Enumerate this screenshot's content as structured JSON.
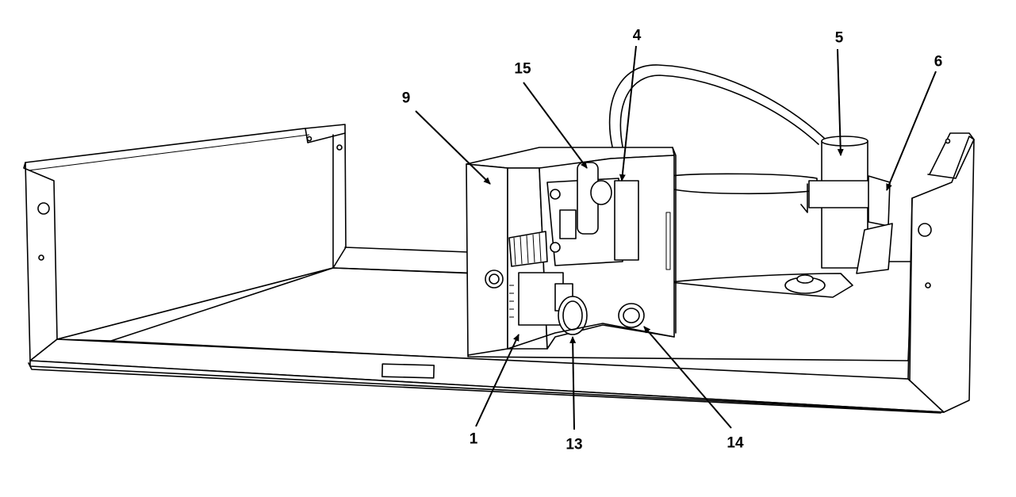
{
  "callouts": {
    "c1": "1",
    "c4": "4",
    "c5": "5",
    "c6": "6",
    "c9": "9",
    "c13": "13",
    "c14": "14",
    "c15": "15"
  }
}
